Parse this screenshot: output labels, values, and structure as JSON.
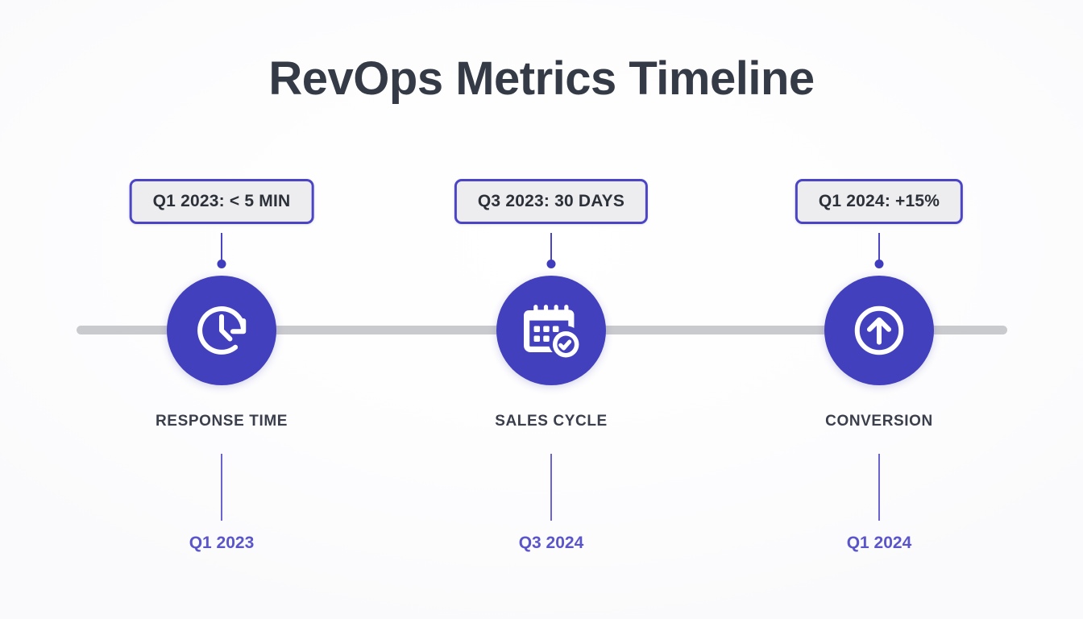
{
  "title": "RevOps Metrics Timeline",
  "colors": {
    "accent": "#4240bd",
    "badge_border": "#4b45c6",
    "badge_fill": "#ededf0",
    "badge_text": "#2c3038",
    "label_text": "#3a3f4b",
    "date_text": "#5a55c9",
    "bar": "#c9cace",
    "background": "#fcfcfd",
    "title_text": "#343a46"
  },
  "timeline": {
    "bar_label": "timeline-track",
    "milestones": [
      {
        "badge": "Q1 2023: < 5 MIN",
        "icon": "clock-rotate-icon",
        "label": "RESPONSE TIME",
        "date": "Q1 2023"
      },
      {
        "badge": "Q3 2023: 30 DAYS",
        "icon": "calendar-check-icon",
        "label": "SALES CYCLE",
        "date": "Q3 2024"
      },
      {
        "badge": "Q1 2024: +15%",
        "icon": "arrow-up-circle-icon",
        "label": "CONVERSION",
        "date": "Q1 2024"
      }
    ]
  }
}
